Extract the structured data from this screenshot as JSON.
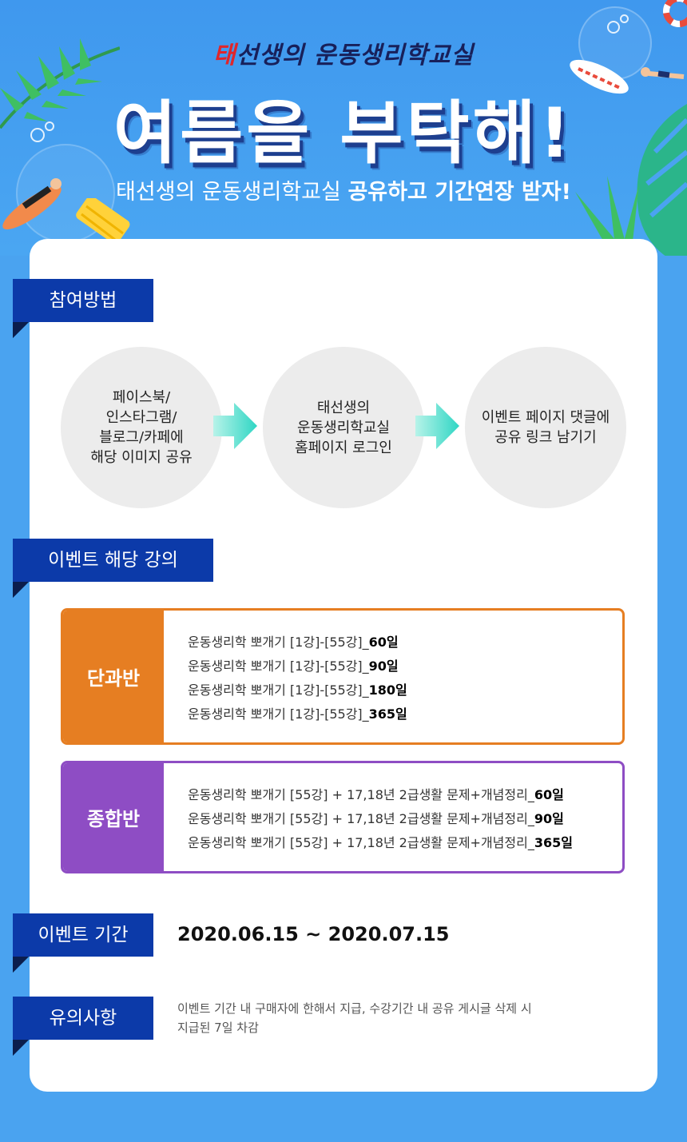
{
  "hero": {
    "brand_red": "태",
    "brand_rest": "선생의 운동생리학교실",
    "headline": "여름을 부탁해!",
    "sub_normal": "태선생의 운동생리학교실 ",
    "sub_bold": "공유하고 기간연장 받자!"
  },
  "sections": {
    "how": "참여방법",
    "courses": "이벤트 해당 강의",
    "period": "이벤트 기간",
    "notice": "유의사항"
  },
  "steps": [
    "페이스북/\n인스타그램/\n블로그/카페에\n해당 이미지 공유",
    "태선생의\n운동생리학교실\n홈페이지 로그인",
    "이벤트 페이지 댓글에\n공유 링크 남기기"
  ],
  "single": {
    "label": "단과반",
    "color": "#e67e22",
    "items": [
      {
        "text": "운동생리학 뽀개기 [1강]-[55강]_",
        "days": "60일"
      },
      {
        "text": "운동생리학 뽀개기 [1강]-[55강]_",
        "days": "90일"
      },
      {
        "text": "운동생리학 뽀개기 [1강]-[55강]_",
        "days": "180일"
      },
      {
        "text": "운동생리학 뽀개기 [1강]-[55강]_",
        "days": "365일"
      }
    ]
  },
  "combo": {
    "label": "종합반",
    "color": "#8e4dc4",
    "items": [
      {
        "text": "운동생리학 뽀개기 [55강] + 17,18년 2급생활 문제+개념정리_",
        "days": "60일"
      },
      {
        "text": "운동생리학 뽀개기 [55강] + 17,18년 2급생활 문제+개념정리_",
        "days": "90일"
      },
      {
        "text": "운동생리학 뽀개기 [55강] + 17,18년 2급생활 문제+개념정리_",
        "days": "365일"
      }
    ]
  },
  "period": "2020.06.15 ~ 2020.07.15",
  "notice": {
    "line1": "이벤트 기간 내 구매자에 한해서 지급, 수강기간 내 공유 게시글 삭제 시",
    "line2": "지급된 7일 차감"
  }
}
